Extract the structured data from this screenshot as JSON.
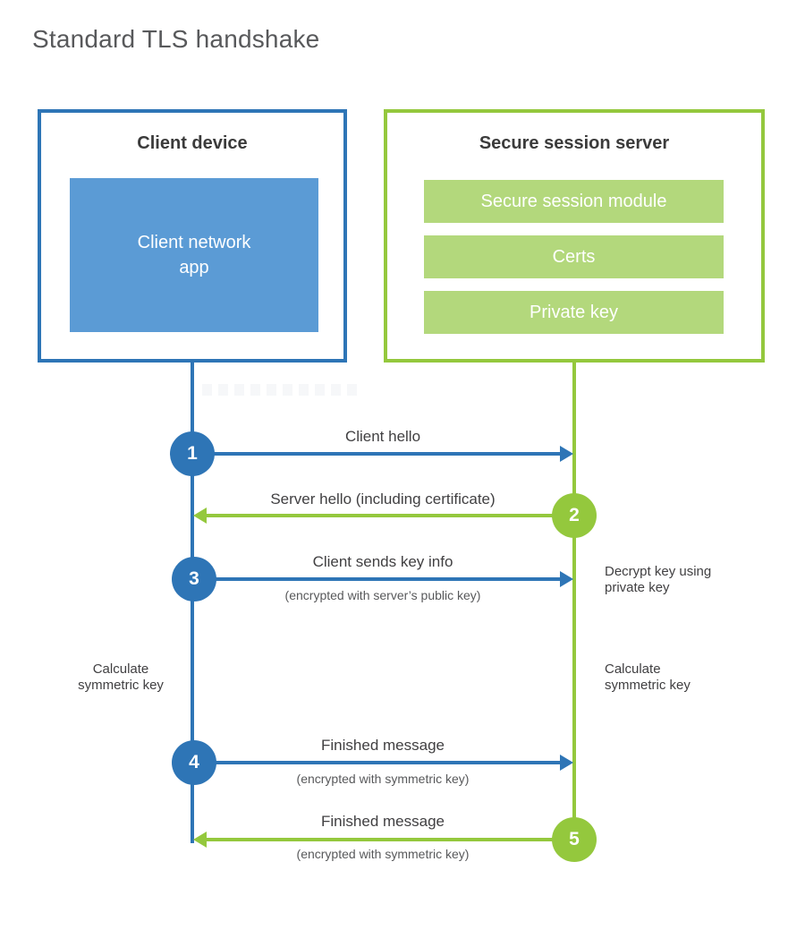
{
  "page": {
    "title": "Standard TLS handshake"
  },
  "client": {
    "title": "Client device",
    "app": "Client network app"
  },
  "server": {
    "title": "Secure session server",
    "modules": [
      "Secure session module",
      "Certs",
      "Private key"
    ]
  },
  "steps": [
    {
      "num": "1",
      "label": "Client hello",
      "sub": "",
      "direction": "client-to-server"
    },
    {
      "num": "2",
      "label": "Server hello (including certificate)",
      "sub": "",
      "direction": "server-to-client"
    },
    {
      "num": "3",
      "label": "Client sends key info",
      "sub": "(encrypted with server’s public key)",
      "direction": "client-to-server"
    },
    {
      "num": "4",
      "label": "Finished message",
      "sub": "(encrypted with symmetric key)",
      "direction": "client-to-server"
    },
    {
      "num": "5",
      "label": "Finished message",
      "sub": "(encrypted with symmetric key)",
      "direction": "server-to-client"
    }
  ],
  "notes": {
    "decrypt_key": "Decrypt key using private key",
    "calculate_left": "Calculate symmetric key",
    "calculate_right": "Calculate symmetric key"
  },
  "colors": {
    "blue": "#2e75b6",
    "blue_fill": "#5b9bd5",
    "green": "#94c83d",
    "green_fill": "#b3d87c"
  }
}
